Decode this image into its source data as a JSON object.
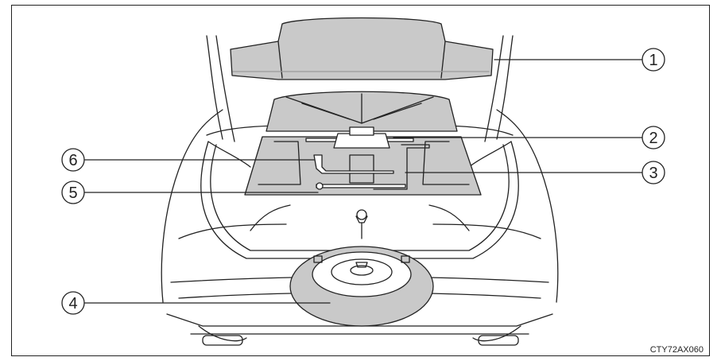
{
  "figure_code": "CTY72AX060",
  "callouts": [
    {
      "number": "1"
    },
    {
      "number": "2"
    },
    {
      "number": "3"
    },
    {
      "number": "4"
    },
    {
      "number": "5"
    },
    {
      "number": "6"
    }
  ]
}
